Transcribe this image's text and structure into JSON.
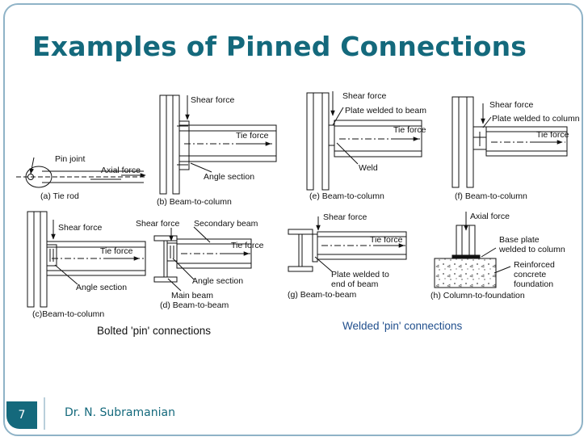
{
  "slide": {
    "title": "Examples of Pinned Connections",
    "page_number": "7",
    "author": "Dr. N. Subramanian"
  },
  "figure": {
    "group_bolted": "Bolted 'pin' connections",
    "group_welded": "Welded 'pin' connections",
    "a": {
      "caption": "(a) Tie rod",
      "pin_joint": "Pin joint",
      "axial_force": "Axial force"
    },
    "b": {
      "caption": "(b) Beam-to-column",
      "shear_force": "Shear force",
      "tie_force": "Tie force",
      "angle_section": "Angle section"
    },
    "c": {
      "caption": "(c)Beam-to-column",
      "shear_force": "Shear force",
      "tie_force": "Tie force",
      "angle_section": "Angle section"
    },
    "d": {
      "caption": "(d) Beam-to-beam",
      "shear_force": "Shear force",
      "secondary_beam": "Secondary beam",
      "tie_force": "Tie force",
      "angle_section": "Angle section",
      "main_beam": "Main beam"
    },
    "e": {
      "caption": "(e) Beam-to-column",
      "shear_force": "Shear force",
      "plate": "Plate welded to beam",
      "tie_force": "Tie force",
      "weld": "Weld"
    },
    "f": {
      "caption": "(f) Beam-to-column",
      "shear_force": "Shear force",
      "plate": "Plate welded to column",
      "tie_force": "Tie force"
    },
    "g": {
      "caption": "(g) Beam-to-beam",
      "shear_force": "Shear force",
      "tie_force": "Tie force",
      "plate_line1": "Plate welded to",
      "plate_line2": "end of beam"
    },
    "h": {
      "caption": "(h) Column-to-foundation",
      "axial_force": "Axial force",
      "base_plate_line1": "Base plate",
      "base_plate_line2": "welded to column",
      "concrete_line1": "Reinforced",
      "concrete_line2": "concrete",
      "concrete_line3": "foundation"
    }
  },
  "colors": {
    "title": "#14697c",
    "accent": "#14697c",
    "group_welded": "#1f4e8c",
    "frame": "#8fb3c7"
  }
}
